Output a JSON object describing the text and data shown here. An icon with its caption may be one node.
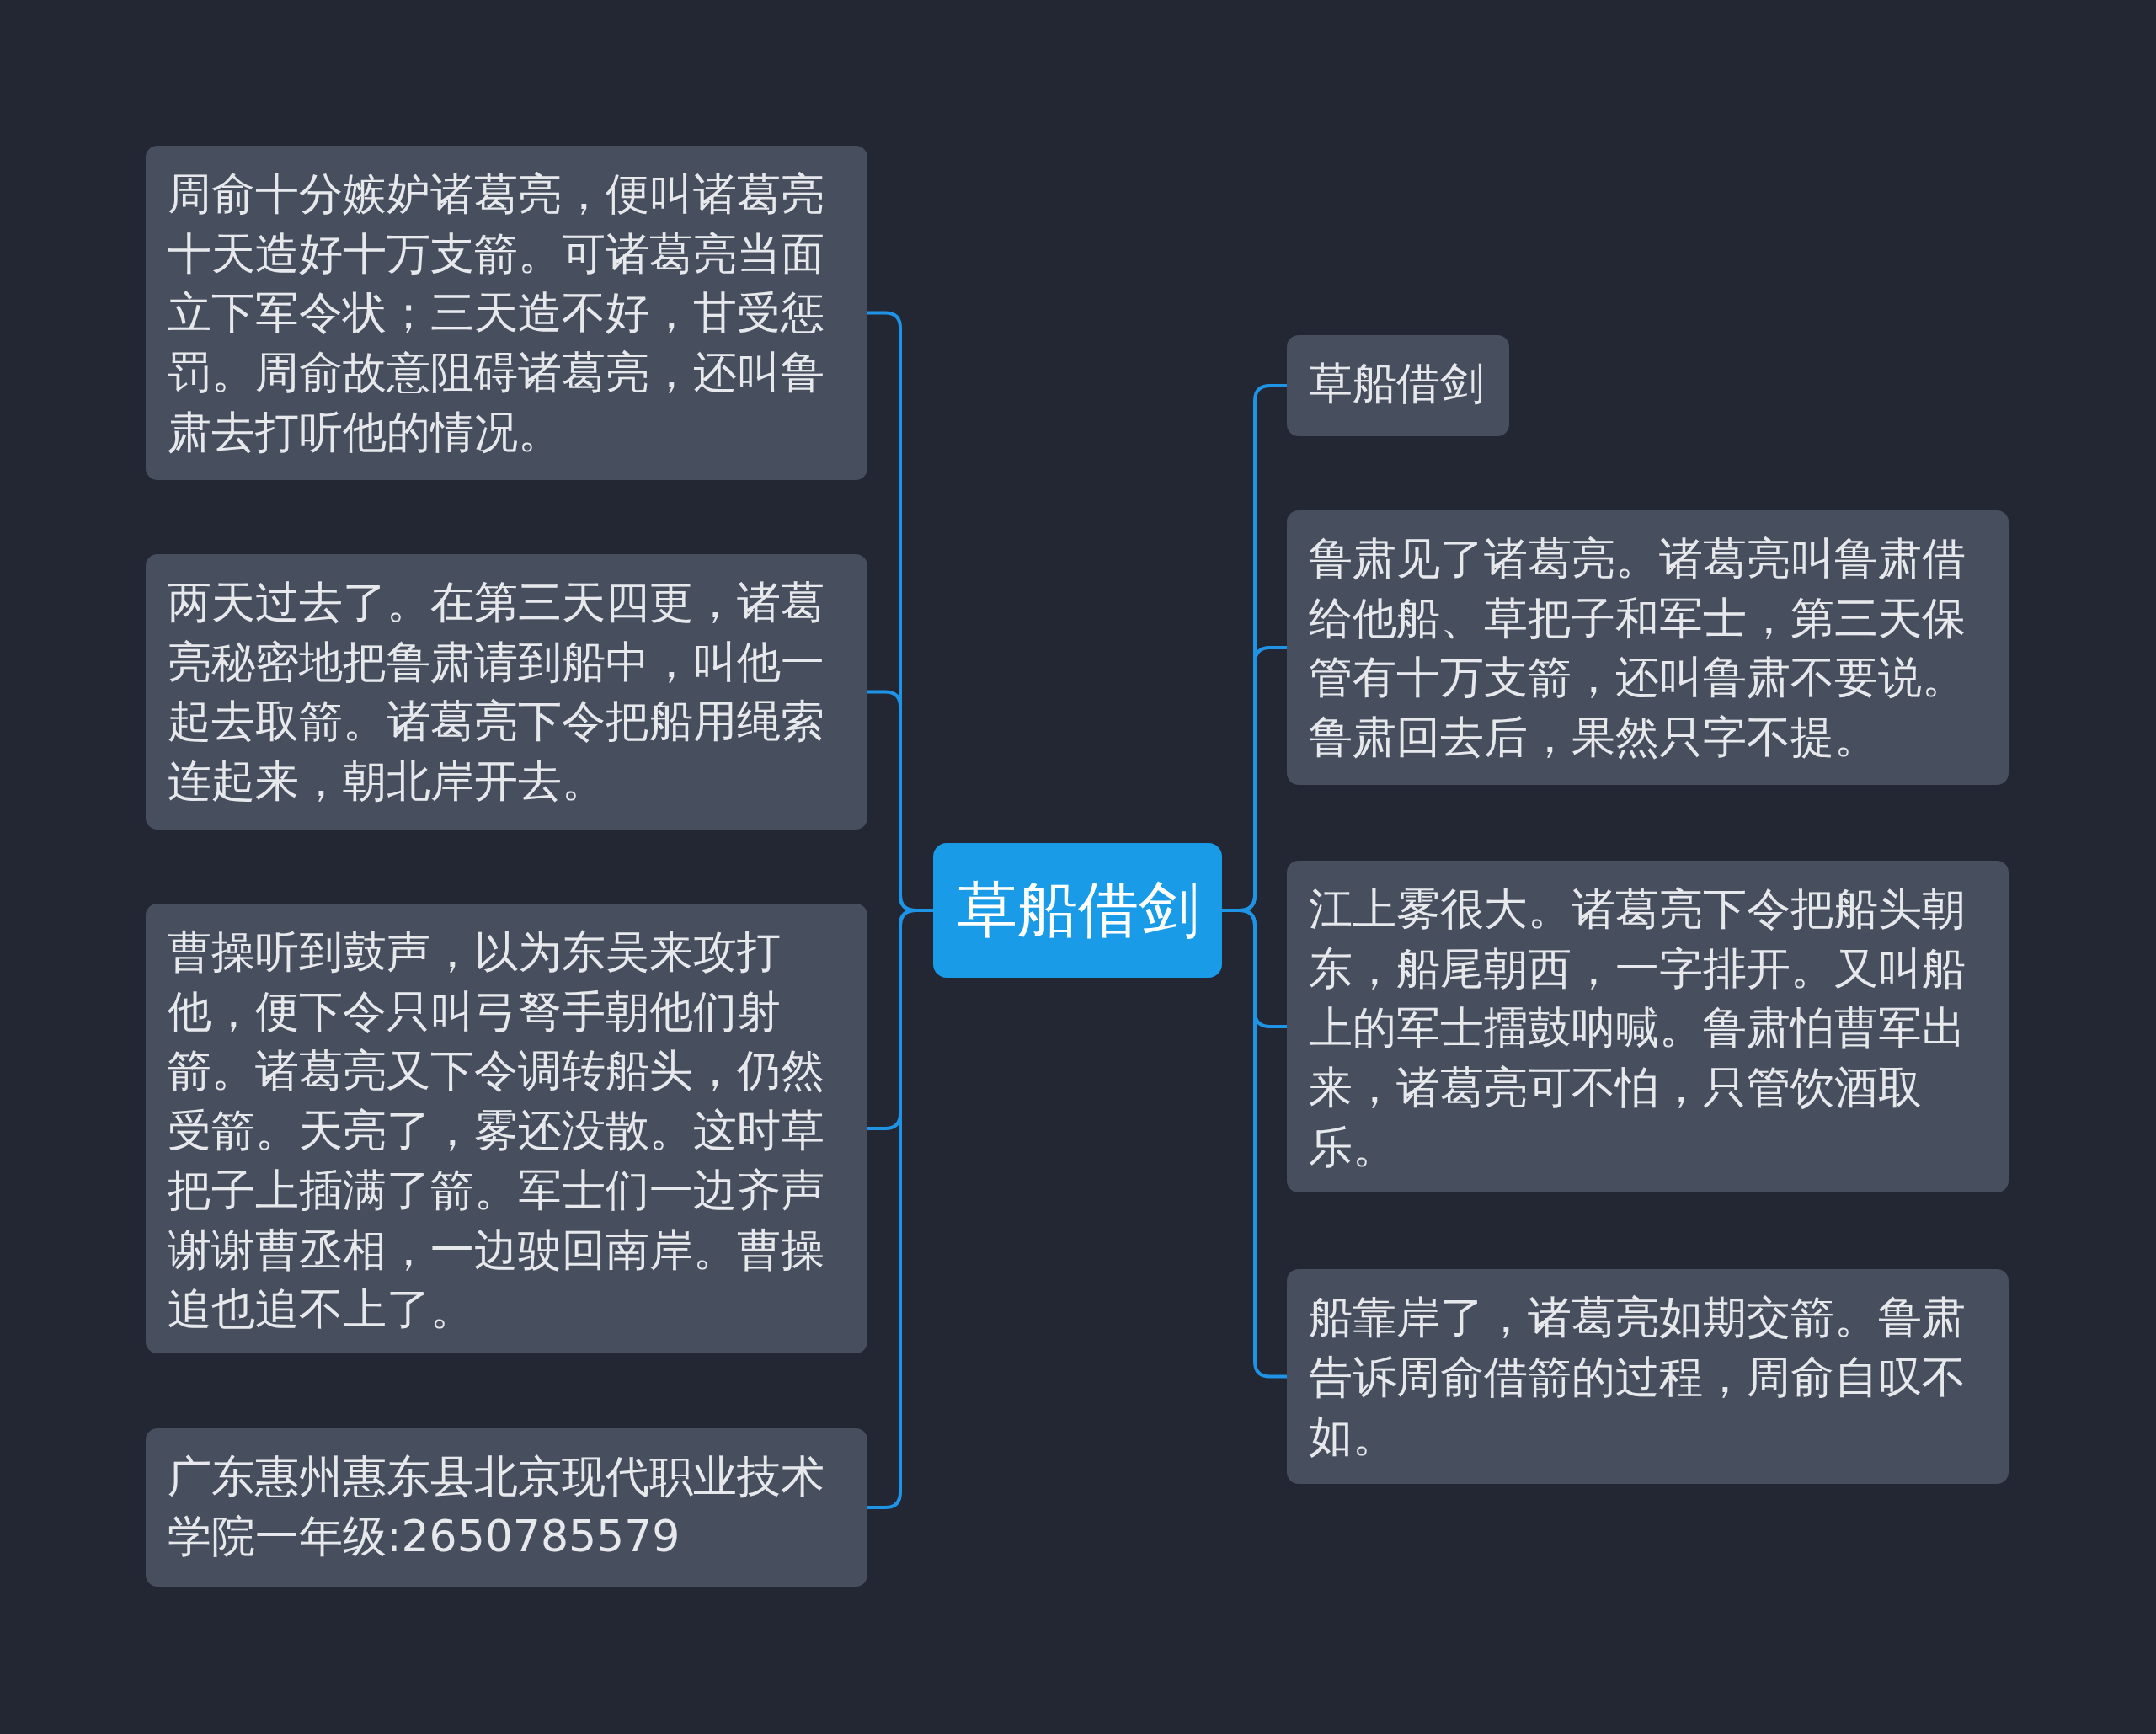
{
  "diagram": {
    "nodes": [
      {
        "text": [
          "草船借剑"
        ]
      },
      {
        "text": [
          "周俞十分嫉妒诸葛亮，便叫诸葛亮十天造好十万支箭。可诸葛亮当面立下军令状；三天造不好，甘受惩罚。周俞故意阻碍诸葛亮，还叫鲁肃去打听他的情况。"
        ]
      },
      {
        "text": [
          "两天过去了。在第三天四更，诸葛亮秘密地把鲁肃请到船中，叫他一起去取箭。诸葛亮下令把船用绳索连起来，朝北岸开去。"
        ]
      },
      {
        "text": [
          "曹操听到鼓声，以为东吴来攻打他，便下令只叫弓弩手朝他们射箭。诸葛亮又下令调转船头，仍然受箭。天亮了，雾还没散。这时草把子上插满了箭。军士们一边齐声谢谢曹丞相，一边驶回南岸。曹操追也追不上了。"
        ]
      },
      {
        "text": [
          "广东惠州惠东县北京现代职业技术学院一年级:2650785579"
        ]
      },
      {
        "text": [
          "草船借剑"
        ]
      },
      {
        "text": [
          "鲁肃见了诸葛亮。诸葛亮叫鲁肃借给他船、草把子和军士，第三天保管有十万支箭，还叫鲁肃不要说。鲁肃回去后，果然只字不提。"
        ]
      },
      {
        "text": [
          "江上雾很大。诸葛亮下令把船头朝东，船尾朝西，一字排开。又叫船上的军士擂鼓呐喊。鲁肃怕曹军出来，诸葛亮可不怕，只管饮酒取乐。"
        ]
      },
      {
        "text": [
          "船靠岸了，诸葛亮如期交箭。鲁肃告诉周俞借箭的过程，周俞自叹不如。"
        ]
      }
    ],
    "edges": [
      {
        "from": 0,
        "to": 1,
        "arrow": "none"
      },
      {
        "from": 0,
        "to": 2,
        "arrow": "none"
      },
      {
        "from": 0,
        "to": 3,
        "arrow": "none"
      },
      {
        "from": 0,
        "to": 4,
        "arrow": "none"
      },
      {
        "from": 0,
        "to": 5,
        "arrow": "none"
      },
      {
        "from": 0,
        "to": 6,
        "arrow": "none"
      },
      {
        "from": 0,
        "to": 7,
        "arrow": "none"
      },
      {
        "from": 0,
        "to": 8,
        "arrow": "none"
      }
    ]
  }
}
